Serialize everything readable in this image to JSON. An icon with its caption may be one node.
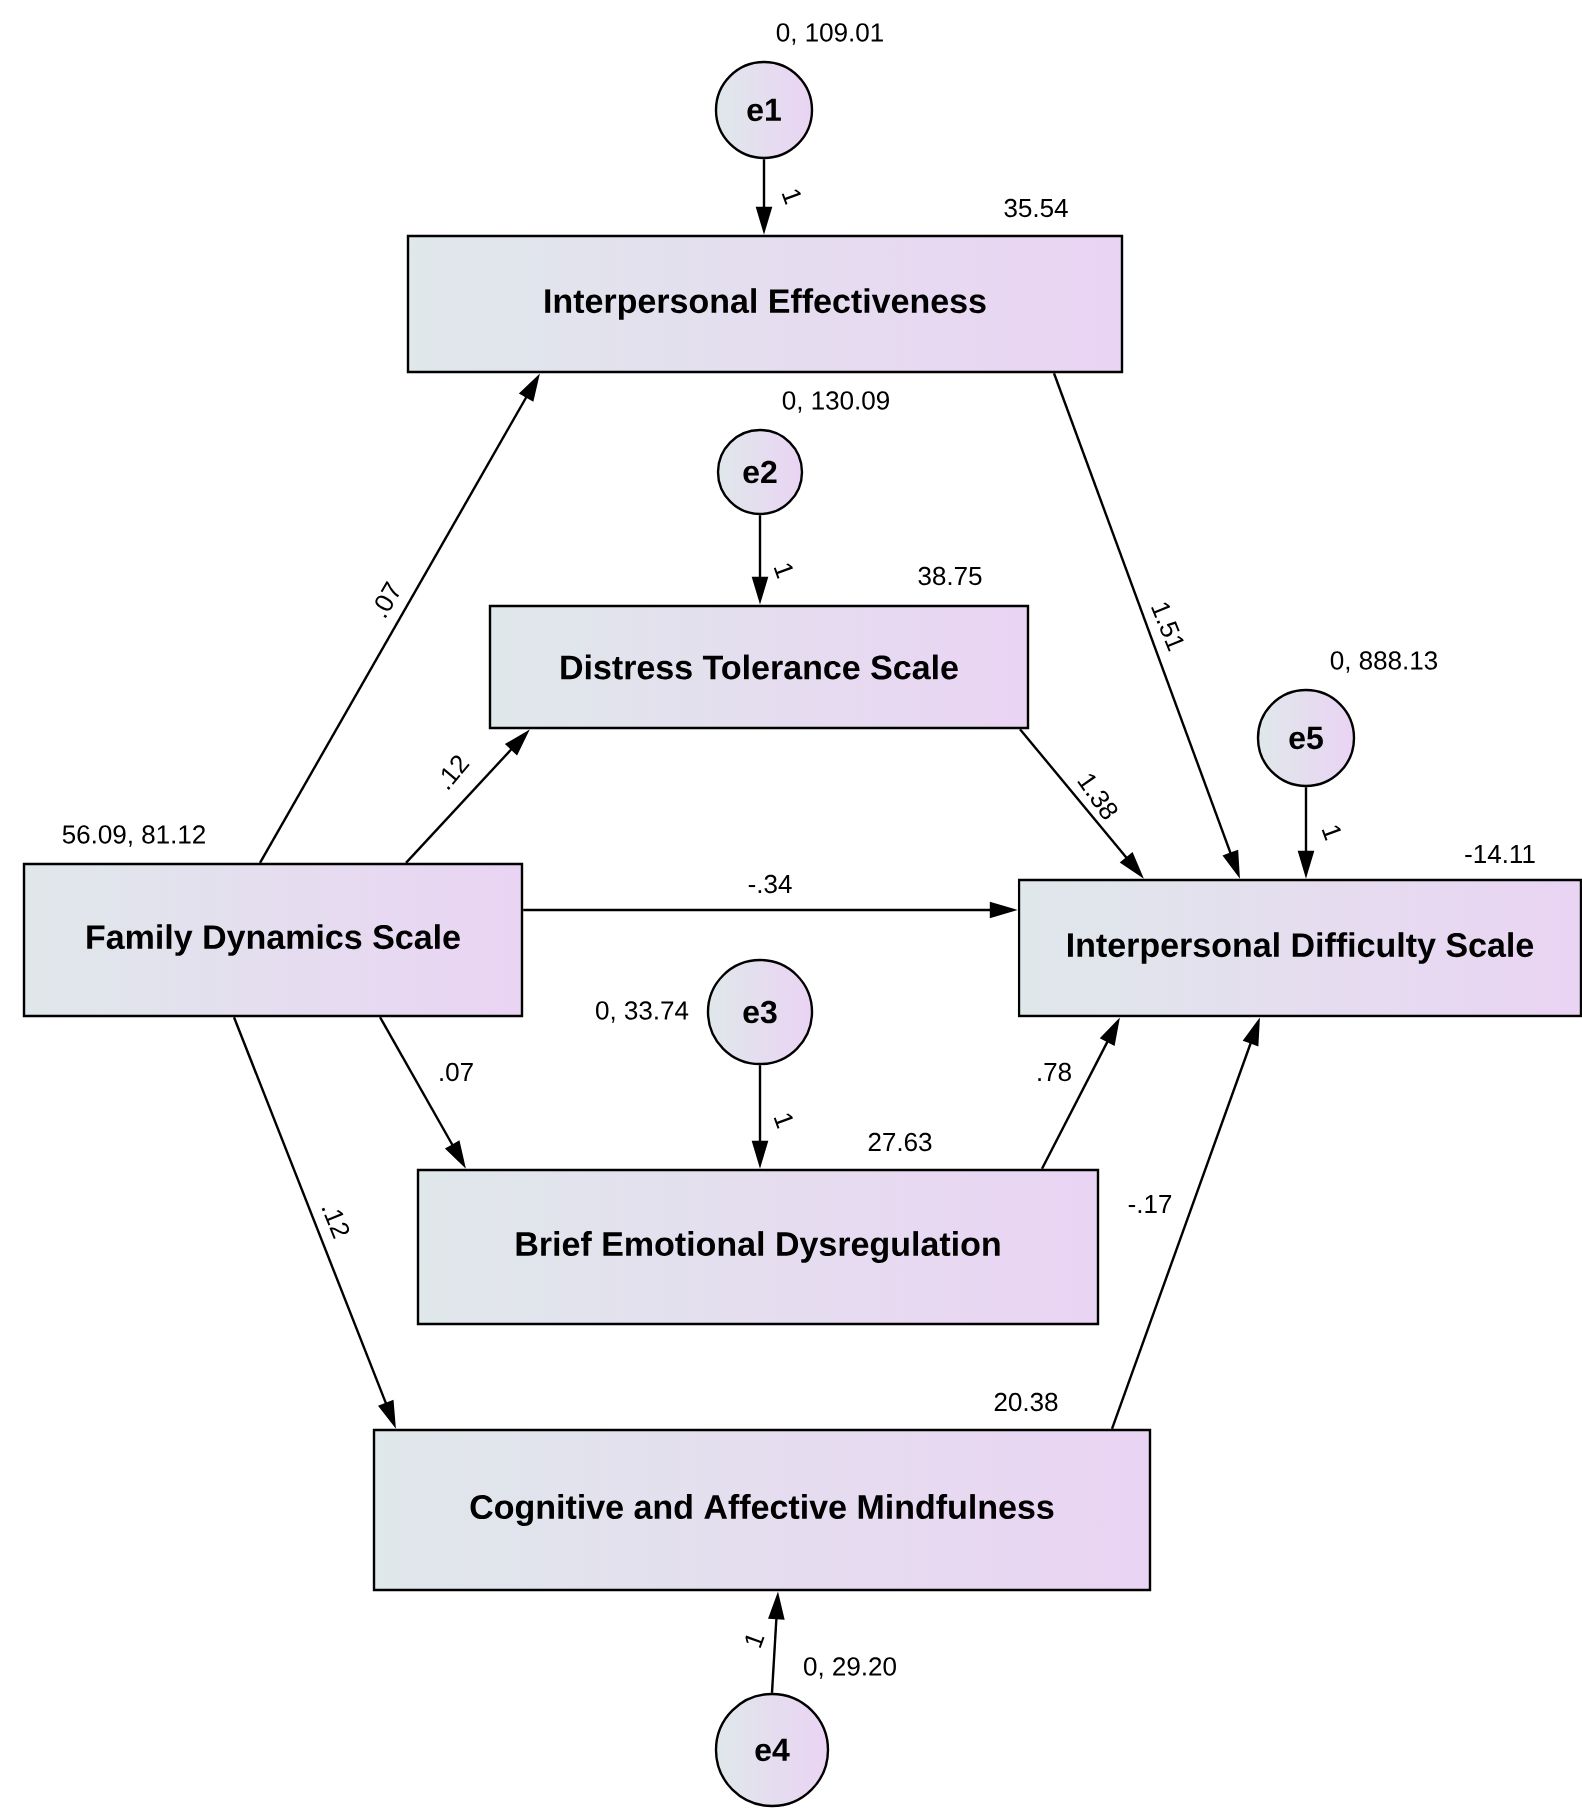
{
  "diagram": {
    "nodes": [
      {
        "text": [
          "e1"
        ],
        "beside": [
          "0, 109.01"
        ]
      },
      {
        "text": [
          "Interpersonal Effectiveness"
        ],
        "beside": [
          "35.54"
        ]
      },
      {
        "text": [
          "e2"
        ],
        "beside": [
          "0, 130.09"
        ]
      },
      {
        "text": [
          "Distress Tolerance Scale"
        ],
        "beside": [
          "38.75"
        ]
      },
      {
        "text": [
          "e5"
        ],
        "beside": [
          "0, 888.13"
        ]
      },
      {
        "text": [
          "Family Dynamics Scale"
        ],
        "beside": [
          "56.09, 81.12"
        ]
      },
      {
        "text": [
          "Interpersonal Difficulty Scale"
        ],
        "beside": [
          "-14.11"
        ]
      },
      {
        "text": [
          "e3"
        ],
        "beside": [
          "0, 33.74"
        ]
      },
      {
        "text": [
          "Brief Emotional Dysregulation"
        ],
        "beside": [
          "27.63"
        ]
      },
      {
        "text": [
          "Cognitive and Affective Mindfulness"
        ],
        "beside": [
          "20.38"
        ]
      },
      {
        "text": [
          "e4"
        ],
        "beside": [
          "0, 29.20"
        ]
      }
    ],
    "edges": [
      {
        "from": 0,
        "to": 1,
        "arrow": "to",
        "label": "1"
      },
      {
        "from": 5,
        "to": 1,
        "arrow": "to",
        "label": ".07"
      },
      {
        "from": 2,
        "to": 3,
        "arrow": "to",
        "label": "1"
      },
      {
        "from": 5,
        "to": 3,
        "arrow": "to",
        "label": ".12"
      },
      {
        "from": 1,
        "to": 6,
        "arrow": "to",
        "label": "1.51"
      },
      {
        "from": 3,
        "to": 6,
        "arrow": "to",
        "label": "1.38"
      },
      {
        "from": 4,
        "to": 6,
        "arrow": "to",
        "label": "1"
      },
      {
        "from": 5,
        "to": 6,
        "arrow": "to",
        "label": "-.34"
      },
      {
        "from": 7,
        "to": 8,
        "arrow": "to",
        "label": "1"
      },
      {
        "from": 5,
        "to": 8,
        "arrow": "to",
        "label": ".07"
      },
      {
        "from": 8,
        "to": 6,
        "arrow": "to",
        "label": ".78"
      },
      {
        "from": 5,
        "to": 9,
        "arrow": "to",
        "label": ".12"
      },
      {
        "from": 9,
        "to": 6,
        "arrow": "to",
        "label": "-.17"
      },
      {
        "from": 10,
        "to": 9,
        "arrow": "to",
        "label": "1"
      }
    ]
  }
}
